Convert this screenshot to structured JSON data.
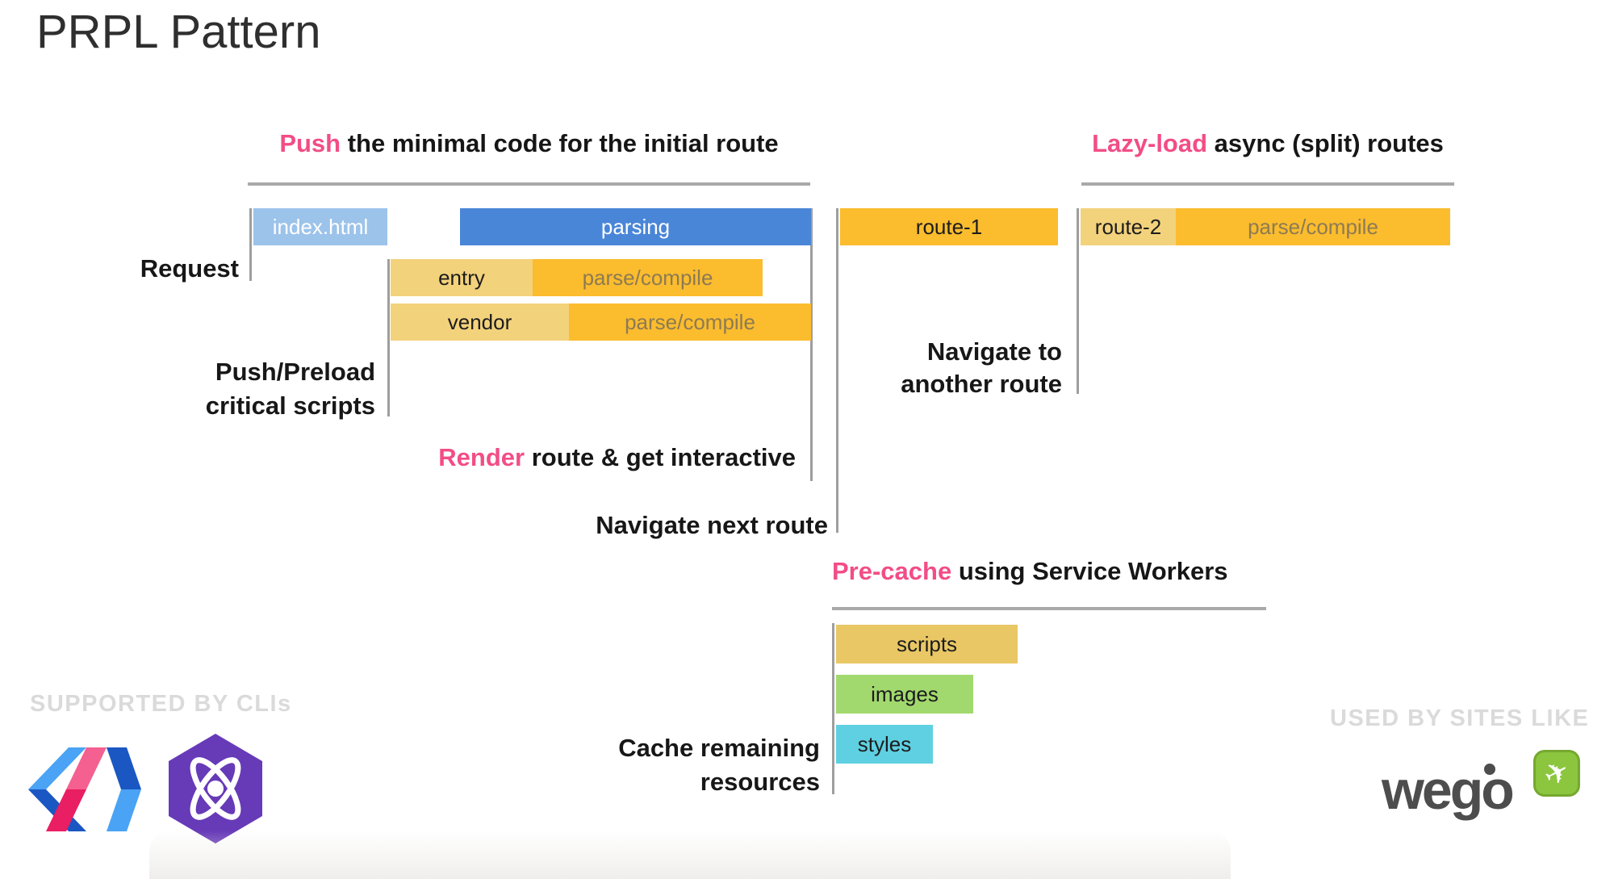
{
  "title": "PRPL Pattern",
  "headings": {
    "push": {
      "highlight": "Push",
      "rest": " the minimal code for the initial route"
    },
    "lazy_load": {
      "highlight": "Lazy-load",
      "rest": " async (split) routes"
    },
    "render": {
      "highlight": "Render",
      "rest": " route & get interactive"
    },
    "pre_cache": {
      "highlight": "Pre-cache",
      "rest": " using Service Workers"
    }
  },
  "labels": {
    "request": "Request",
    "push_preload_1": "Push/Preload",
    "push_preload_2": "critical scripts",
    "navigate_another_1": "Navigate to",
    "navigate_another_2": "another route",
    "navigate_next": "Navigate next route",
    "cache_remaining_1": "Cache remaining",
    "cache_remaining_2": "resources"
  },
  "bars": {
    "index_html": {
      "label": "index.html"
    },
    "parsing": {
      "label": "parsing"
    },
    "entry": {
      "label": "entry",
      "parse": "parse/compile"
    },
    "vendor": {
      "label": "vendor",
      "parse": "parse/compile"
    },
    "route_1": {
      "label": "route-1"
    },
    "route_2": {
      "label": "route-2",
      "parse": "parse/compile"
    },
    "scripts": {
      "label": "scripts"
    },
    "images": {
      "label": "images"
    },
    "styles": {
      "label": "styles"
    }
  },
  "footer": {
    "left_caption": "SUPPORTED BY CLIs",
    "right_caption": "USED BY SITES LIKE",
    "wego_text": "wego"
  },
  "icons": {
    "polymer": "polymer-logo",
    "preact": "preact-logo",
    "wego_plane_glyph": "✈"
  },
  "colors": {
    "pink_highlight": "#f24d86",
    "bar_blue": "#4a86d8",
    "bar_blue_light": "#9cc3ea",
    "bar_gold": "#fbbc2e",
    "bar_tan": "#f3d27c",
    "bar_scripts_tan": "#e9c765",
    "bar_images_green": "#a2d96e",
    "bar_styles_cyan": "#5fd0e2",
    "line_gray": "#9e9e9e",
    "caption_gray": "#dadada",
    "preact_purple": "#673ab8",
    "wego_green": "#8cc63f",
    "wego_dark": "#4d4d4d"
  }
}
